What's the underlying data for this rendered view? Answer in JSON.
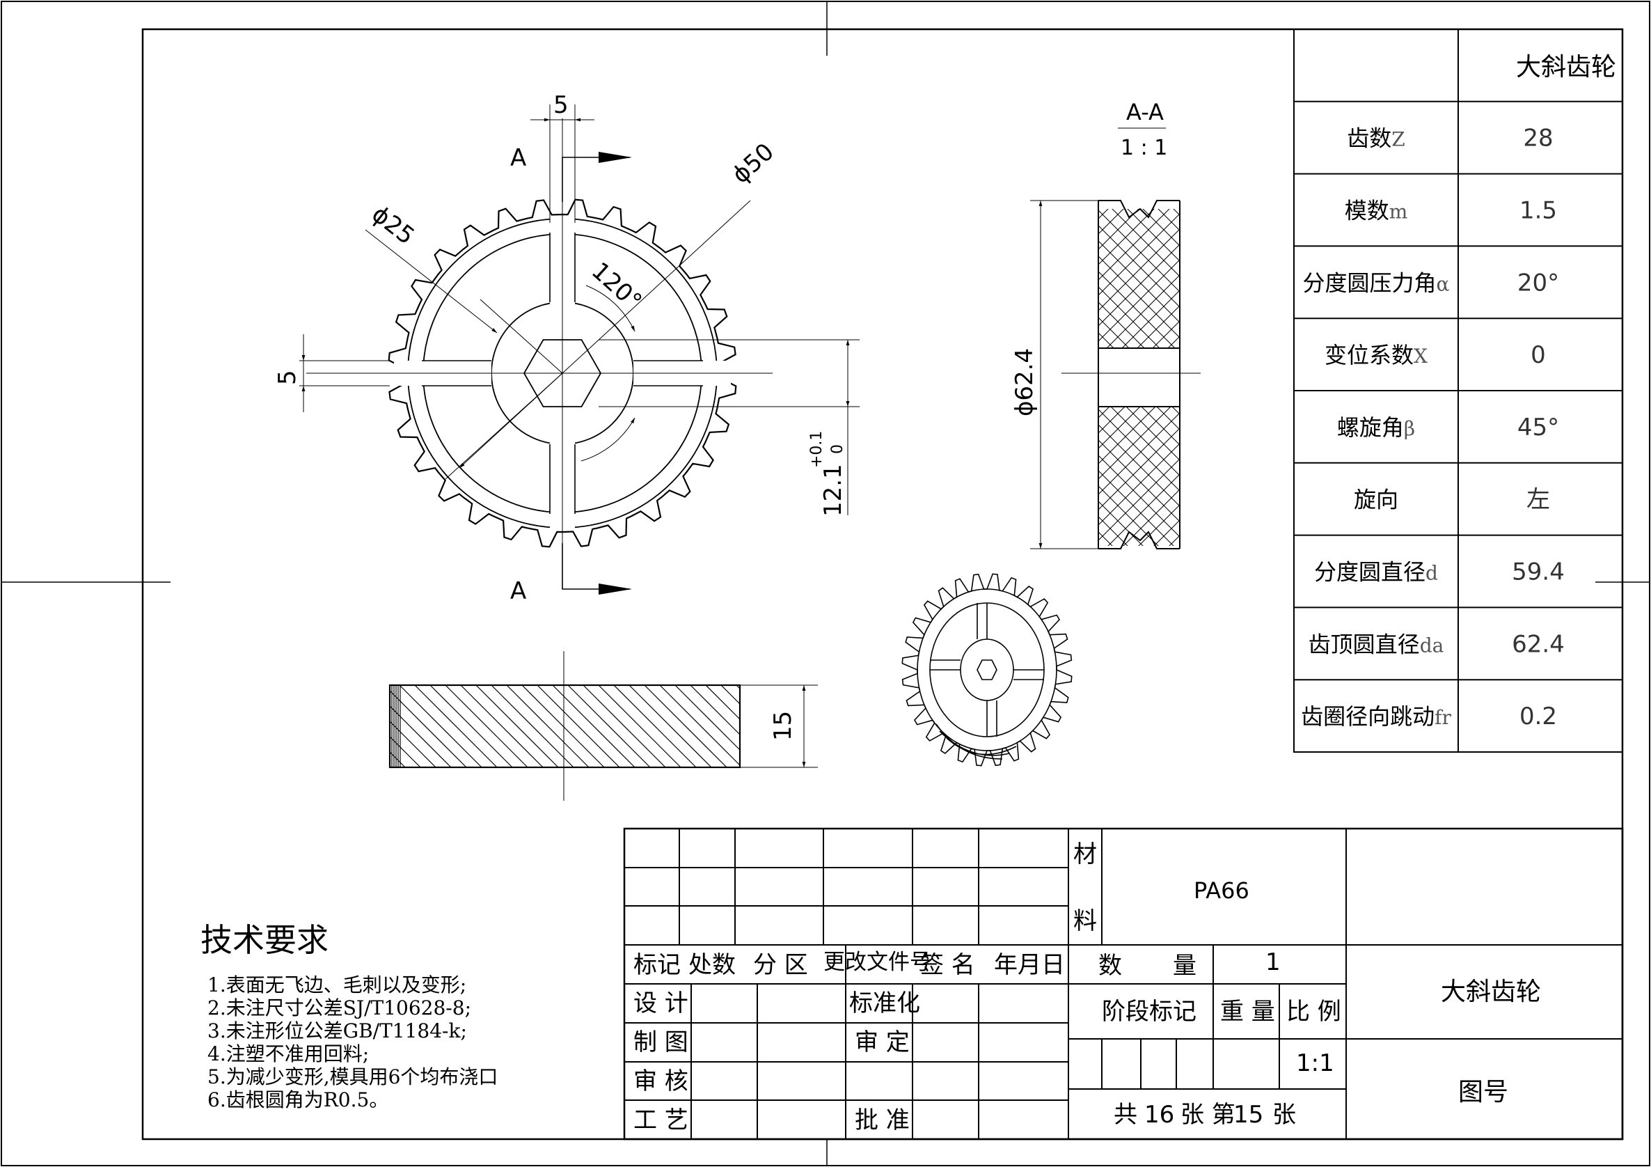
{
  "views": {
    "front": {
      "dim_slot_width": "5",
      "section_mark": "A",
      "dim_outer": "ϕ50",
      "dim_inner": "ϕ25",
      "dim_angle": "120°",
      "dim_spoke_width": "5",
      "dim_hex_base": "12.1",
      "dim_hex_tol_upper": "+0.1",
      "dim_hex_tol_lower": "0"
    },
    "section": {
      "label": "A-A",
      "scale": "1 : 1",
      "dim_diameter": "ϕ62.4"
    },
    "side": {
      "dim_width": "15"
    }
  },
  "gear_params": {
    "title": "大斜齿轮",
    "rows": [
      {
        "label": "齿数",
        "symbol": "Z",
        "value": "28"
      },
      {
        "label": "模数",
        "symbol": "m",
        "value": "1.5"
      },
      {
        "label": "分度圆压力角",
        "symbol": "α",
        "value": "20°"
      },
      {
        "label": "变位系数",
        "symbol": "X",
        "value": "0"
      },
      {
        "label": "螺旋角",
        "symbol": "β",
        "value": "45°"
      },
      {
        "label": "旋向",
        "symbol": "",
        "value": "左"
      },
      {
        "label": "分度圆直径",
        "symbol": "d",
        "value": "59.4"
      },
      {
        "label": "齿顶圆直径",
        "symbol": "da",
        "value": "62.4"
      },
      {
        "label": "齿圈径向跳动",
        "symbol": "fr",
        "value": "0.2"
      }
    ]
  },
  "tech_requirements": {
    "heading": "技术要求",
    "items": [
      "1.表面无飞边、毛刺以及变形;",
      "2.未注尺寸公差SJ/T10628-8;",
      "3.未注形位公差GB/T1184-k;",
      "4.注塑不准用回料;",
      "5.为减少变形,模具用6个均布浇口",
      "6.齿根圆角为R0.5。"
    ]
  },
  "title_block": {
    "revision_headers": [
      "标记",
      "处数",
      "分 区",
      "更改文件号",
      "签 名",
      "年月日"
    ],
    "design": "设 计",
    "standardize": "标准化",
    "draw": "制 图",
    "audit": "审 定",
    "check": "审 核",
    "process": "工 艺",
    "approve": "批 准",
    "material_label_1": "材",
    "material_label_2": "料",
    "material": "PA66",
    "quantity_label_1": "数",
    "quantity_label_2": "量",
    "quantity": "1",
    "stage_label": "阶段标记",
    "weight_label": "重 量",
    "scale_label": "比 例",
    "scale": "1:1",
    "sheets_total_label": "共",
    "sheets_total": "16",
    "sheets_unit_1": "张 第",
    "sheet_no": "15",
    "sheets_unit_2": "张",
    "part_name": "大斜齿轮",
    "drawing_no_label": "图号"
  }
}
